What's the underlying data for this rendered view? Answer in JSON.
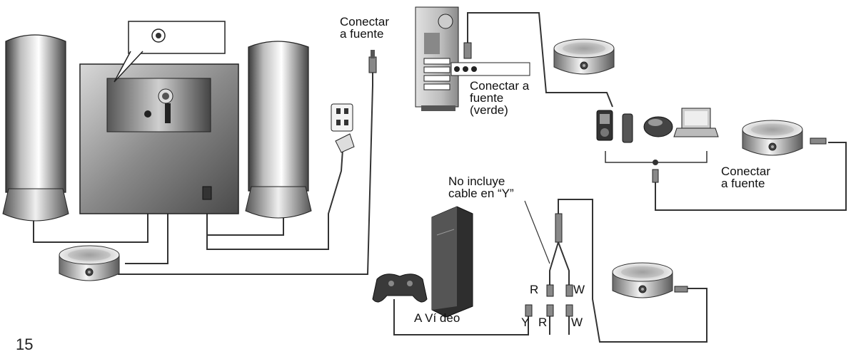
{
  "labels": {
    "connect_source_top": [
      "Conectar",
      "a fuente"
    ],
    "connect_source_green": [
      "Conectar a",
      "fuente",
      "(verde)"
    ],
    "connect_source_right": [
      "Conectar",
      "a fuente"
    ],
    "no_y_cable": [
      "No incluye",
      "cable en “Y”"
    ],
    "video": "A Ví deo",
    "plug_r_top": "R",
    "plug_w_top": "W",
    "plug_y_bottom": "Y",
    "plug_r_bottom": "R",
    "plug_w_bottom": "W"
  },
  "page_number": "15"
}
